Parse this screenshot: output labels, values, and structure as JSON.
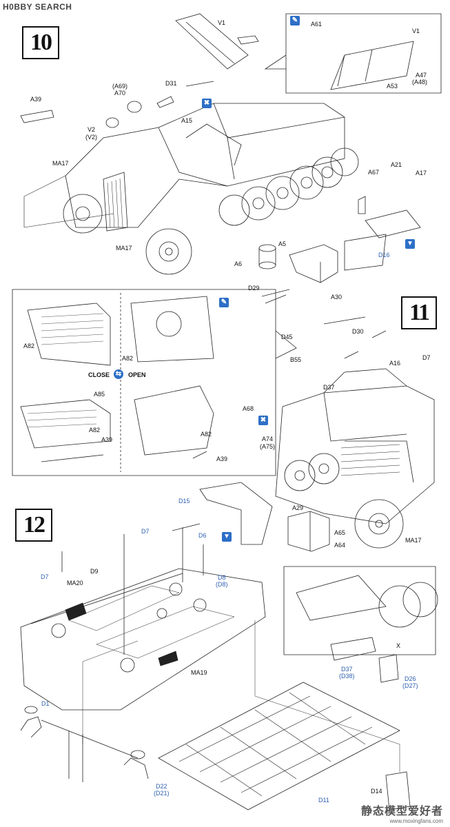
{
  "watermark": {
    "top_logo": "H0BBY SEARCH",
    "bottom_cn": "静态模型爱好者",
    "bottom_url": "www.moxingfans.com"
  },
  "steps": {
    "step10": "10",
    "step11": "11",
    "step12": "12"
  },
  "callouts": {
    "close_open": {
      "close": "CLOSE",
      "open": "OPEN"
    }
  },
  "labels": {
    "V1": "V1",
    "V1b": "V1",
    "A61": "A61",
    "A47": "A47",
    "A48": "(A48)",
    "A53": "A53",
    "A69": "(A69)",
    "A70": "A70",
    "D31": "D31",
    "A15": "A15",
    "A39": "A39",
    "V2": "V2",
    "V2b": "(V2)",
    "MA17a": "MA17",
    "MA17b": "MA17",
    "MA17c": "MA17",
    "A67": "A67",
    "A21": "A21",
    "A17": "A17",
    "D16": "D16",
    "A5": "A5",
    "A6": "A6",
    "D29": "D29",
    "A30": "A30",
    "A82a": "A82",
    "A82b": "A82",
    "A82c": "A82",
    "A82d": "A82",
    "A85": "A85",
    "A39b": "A39",
    "A39c": "A39",
    "D45": "D45",
    "D30": "D30",
    "B55": "B55",
    "D37": "D37",
    "A16": "A16",
    "D7a": "D7",
    "A68": "A68",
    "A74": "A74",
    "A75": "(A75)",
    "D15": "D15",
    "A29": "A29",
    "A65": "A65",
    "A64": "A64",
    "D7b": "D7",
    "D7c": "D7",
    "D6": "D6",
    "D8": "D8",
    "D8b": "(D8)",
    "MA20": "MA20",
    "D9": "D9",
    "MA19": "MA19",
    "X": "X",
    "D37b": "D37",
    "D38": "(D38)",
    "D26": "D26",
    "D27": "(D27)",
    "D1": "D1",
    "D22": "D22",
    "D21": "(D21)",
    "D11": "D11",
    "D14": "D14"
  }
}
